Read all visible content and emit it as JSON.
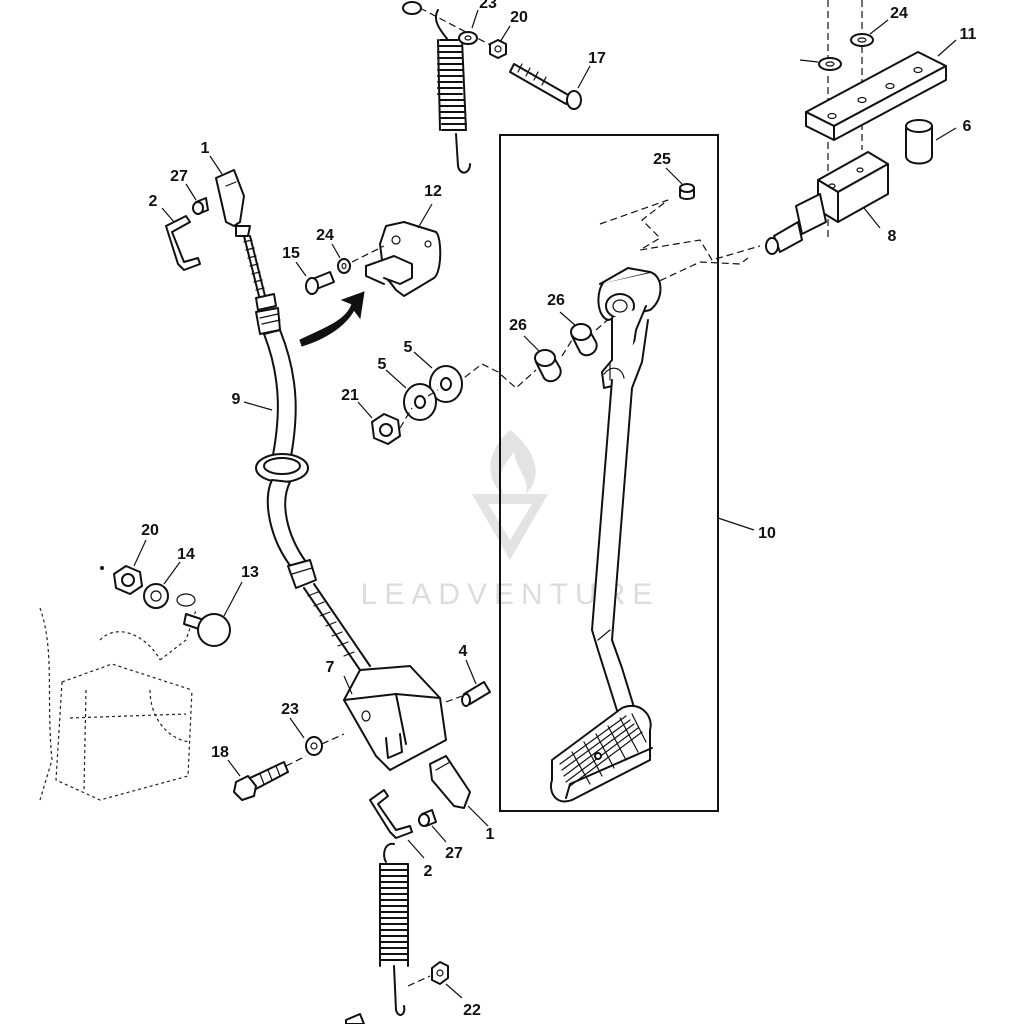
{
  "watermark": {
    "text": "LEADVENTURE"
  },
  "callouts": [
    "23",
    "20",
    "17",
    "24",
    "11",
    "6",
    "8",
    "25",
    "12",
    "24",
    "15",
    "1",
    "27",
    "2",
    "26",
    "26",
    "5",
    "5",
    "21",
    "9",
    "10",
    "20",
    "14",
    "13",
    "4",
    "7",
    "23",
    "18",
    "1",
    "27",
    "2",
    "22"
  ],
  "icons": {
    "watermark_logo": "flame-chevron-logo-icon",
    "arrow": "curved-arrow-icon"
  }
}
